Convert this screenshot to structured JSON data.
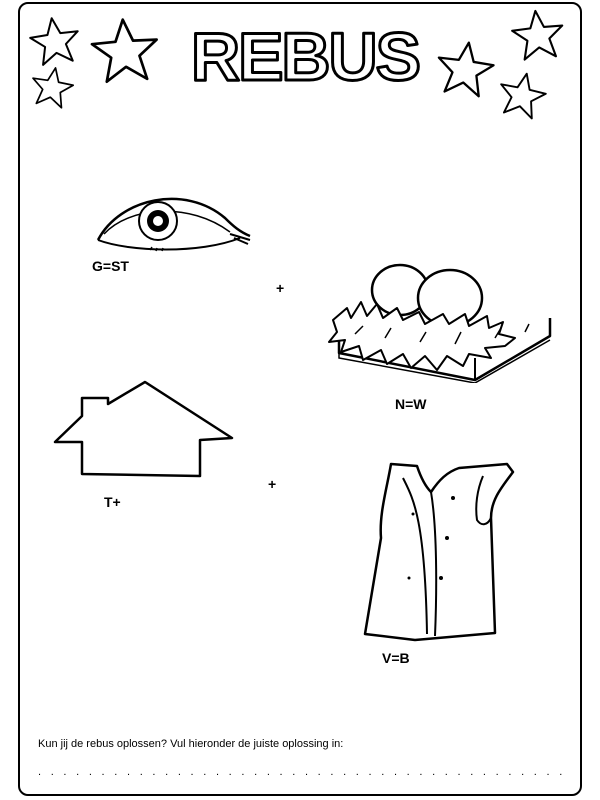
{
  "title": "REBUS",
  "puzzle": {
    "eye": {
      "label": "G=ST",
      "icon": "eye-icon"
    },
    "plus_1": "+",
    "nest": {
      "label": "N=W",
      "icon": "egg-nest-icon"
    },
    "house": {
      "label": "T+",
      "icon": "house-icon"
    },
    "plus_2": "+",
    "vest": {
      "label": "V=B",
      "icon": "vest-icon"
    }
  },
  "instructions": {
    "question": "Kun jij de rebus oplossen?  Vul hieronder de juiste oplossing in:",
    "answer_line": ". . . . . . . . . . . . . . . . . . . . . . . . . . . . . . . . . . . . . . . . . . . . . . . . . . . . . . . . . . . . . . . . . . . . . . ."
  },
  "colors": {
    "ink": "#000000",
    "paper": "#ffffff"
  }
}
